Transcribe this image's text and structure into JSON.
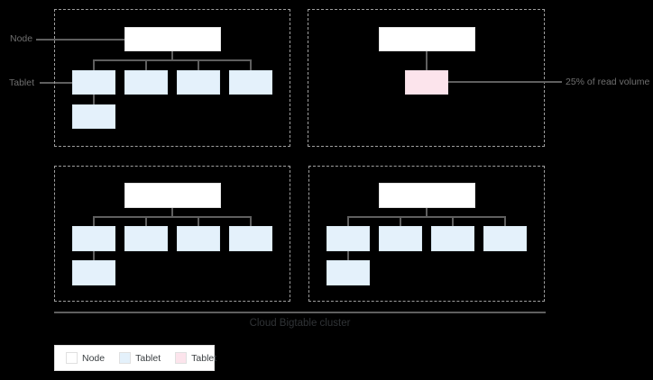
{
  "annotations": {
    "node_label": "Node",
    "tablet_label": "Tablet",
    "read_volume_label": "25% of read volume",
    "cluster_label": "Cloud Bigtable cluster"
  },
  "legend": {
    "items": [
      {
        "label": "Node",
        "color": "#ffffff"
      },
      {
        "label": "Tablet",
        "color": "#e4f1fb"
      },
      {
        "label": "Tablet",
        "color": "#fce4ec"
      }
    ]
  },
  "groups": [
    {
      "position": "top-left",
      "nodes": 1,
      "tablets": 5,
      "hot_tablets": 0
    },
    {
      "position": "top-right",
      "nodes": 1,
      "tablets": 0,
      "hot_tablets": 1
    },
    {
      "position": "bottom-left",
      "nodes": 1,
      "tablets": 5,
      "hot_tablets": 0
    },
    {
      "position": "bottom-right",
      "nodes": 1,
      "tablets": 5,
      "hot_tablets": 0
    }
  ],
  "colors": {
    "background": "#000000",
    "quad_border": "#9e9e9e",
    "node_fill": "#ffffff",
    "tablet_fill": "#e4f1fb",
    "hot_tablet_fill": "#fce4ec",
    "connector": "#5f5f5f",
    "label_text": "#6f6f6f",
    "title_text": "#303336",
    "legend_text": "#3c4043"
  }
}
